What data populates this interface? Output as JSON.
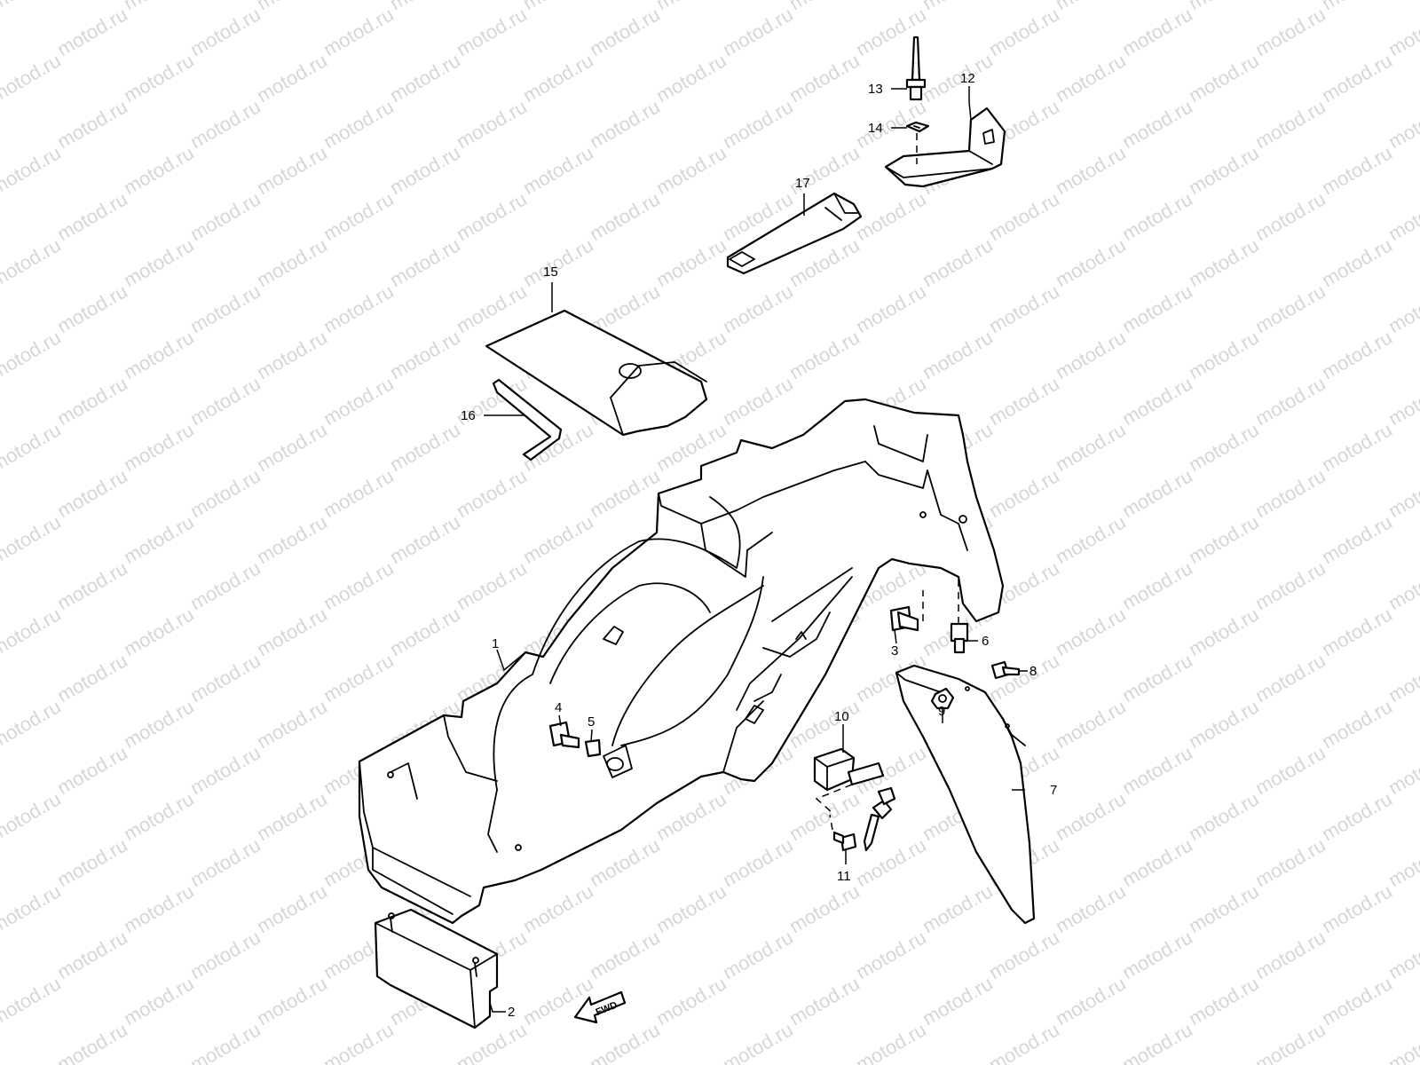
{
  "watermark": "motod.ru",
  "direction_label": "FWD",
  "colors": {
    "line": "#000000",
    "background": "#ffffff",
    "watermark": "#d6d6d6"
  },
  "parts": [
    {
      "key": "p1",
      "number": "1"
    },
    {
      "key": "p2",
      "number": "2"
    },
    {
      "key": "p3",
      "number": "3"
    },
    {
      "key": "p4",
      "number": "4"
    },
    {
      "key": "p5",
      "number": "5"
    },
    {
      "key": "p6",
      "number": "6"
    },
    {
      "key": "p7",
      "number": "7"
    },
    {
      "key": "p8",
      "number": "8"
    },
    {
      "key": "p9",
      "number": "9"
    },
    {
      "key": "p10",
      "number": "10"
    },
    {
      "key": "p11",
      "number": "11"
    },
    {
      "key": "p12",
      "number": "12"
    },
    {
      "key": "p13",
      "number": "13"
    },
    {
      "key": "p14",
      "number": "14"
    },
    {
      "key": "p15",
      "number": "15"
    },
    {
      "key": "p16",
      "number": "16"
    },
    {
      "key": "p17",
      "number": "17"
    }
  ]
}
